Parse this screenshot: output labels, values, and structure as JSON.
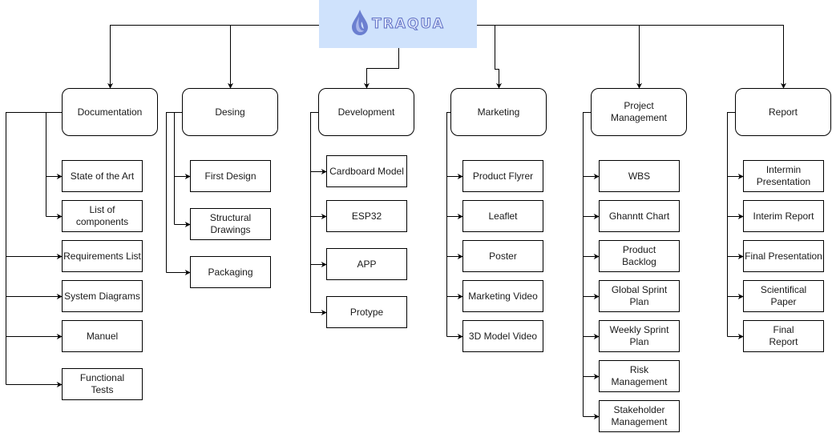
{
  "root": {
    "title": "TRAQUA",
    "logo_icon": "water-drop-icon",
    "colors": {
      "header_bg": "#cfe2fc",
      "logo": "#6b7fd0"
    }
  },
  "categories": [
    {
      "label": "Documentation",
      "children": [
        "State of the Art",
        "List of\ncomponents",
        "Requirements List",
        "System Diagrams",
        "Manuel",
        "Functional\nTests"
      ]
    },
    {
      "label": "Desing",
      "children": [
        "First Design",
        "Structural\nDrawings",
        "Packaging"
      ]
    },
    {
      "label": "Development",
      "children": [
        "Cardboard Model",
        "ESP32",
        "APP",
        "Protype"
      ]
    },
    {
      "label": "Marketing",
      "children": [
        "Product Flyrer",
        "Leaflet",
        "Poster",
        "Marketing Video",
        "3D Model Video"
      ]
    },
    {
      "label": "Project\nManagement",
      "children": [
        "WBS",
        "Ghanntt Chart",
        "Product\nBacklog",
        "Global Sprint\nPlan",
        "Weekly Sprint\nPlan",
        "Risk\nManagement",
        "Stakeholder\nManagement"
      ]
    },
    {
      "label": "Report",
      "children": [
        "Intermin\nPresentation",
        "Interim Report",
        "Final Presentation",
        "Scientifical\nPaper",
        "Final\nReport"
      ]
    }
  ]
}
